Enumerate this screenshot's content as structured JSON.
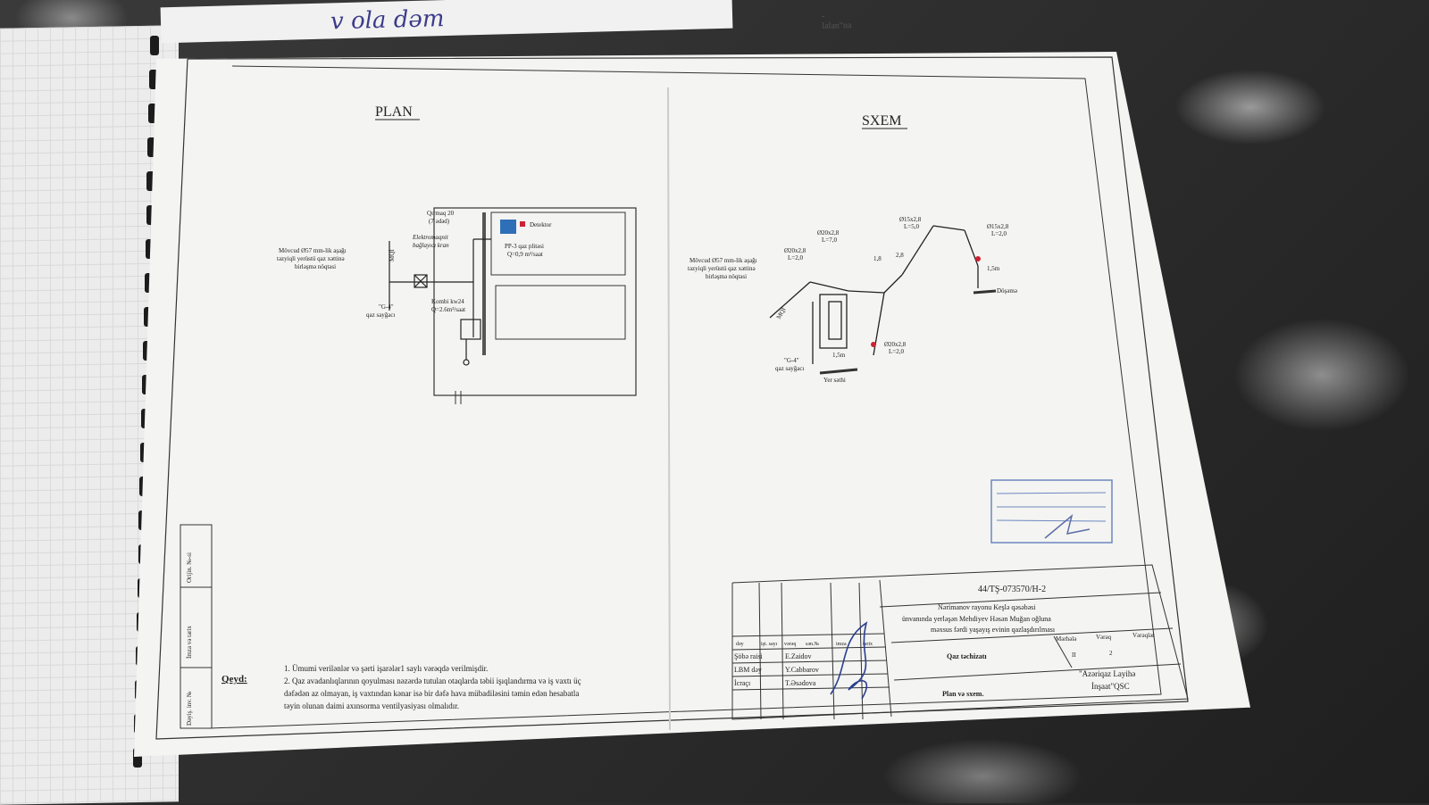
{
  "scene": {
    "top_paper": {
      "scribble": "v ola dəm",
      "corner_text": "-lalan\"na"
    }
  },
  "plan": {
    "title": "PLAN",
    "existing_pipe": [
      "Mövcud Ø57 mm-lik aşağı",
      "təzyiqli yerüstü qaz xəttinə",
      "birləşmə nöqtəsi"
    ],
    "mq": "MQİ",
    "meter": [
      "\"G-4\"",
      "qaz sayğacı"
    ],
    "clamp": [
      "Qırmaq 20",
      "(7 ədəd)"
    ],
    "valve": [
      "Elektromaqnit",
      "bağlayıcı kran"
    ],
    "detector": "Detektor",
    "stove": [
      "PP-3 qaz plitəsi",
      "Q=0,9 m³/saat"
    ],
    "boiler": [
      "Kombi kw24",
      "Q=2.6m³/saat"
    ]
  },
  "scheme": {
    "title": "SXEM",
    "existing_pipe": [
      "Mövcud Ø57 mm-lik aşağı",
      "təzyiqli yerüstü qaz xəttinə",
      "birləşmə nöqtəsi"
    ],
    "mq": "MQİ",
    "meter": [
      "\"G-4\"",
      "qaz sayğacı"
    ],
    "ground": "Yer səthi",
    "pipe_labels": [
      {
        "d": "Ø20x2,8",
        "l": "L=2,0"
      },
      {
        "d": "Ø20x2,8",
        "l": "L=7,0"
      },
      {
        "d": "Ø15x2,8",
        "l": "L=5,0"
      },
      {
        "d": "Ø15x2,8",
        "l": "L=2,0"
      },
      {
        "d": "Ø20x2,8",
        "l": "L=2,0"
      }
    ],
    "heights": [
      "1,8",
      "2,8",
      "1,5m",
      "1,5m"
    ],
    "end": "Döşəmə"
  },
  "notes": {
    "label": "Qeyd:",
    "lines": [
      "1. Ümumi verilənlər və şərti işarələr1 saylı vərəqdə verilmişdir.",
      "2. Qaz avadanlıqlarının qoyulması nəzərdə tutulan otaqlarda təbii işıqlandırma və iş vaxtı üç",
      "dəfədən az olmayan, iş vaxtından kənar isə bir dəfə hava mübadiləsini təmin edən hesabatla",
      "təyin olunan daimi axınsorma ventilyasiyası olmalıdır."
    ]
  },
  "title_block": {
    "code": "44/TŞ-073570/H-2",
    "address": [
      "Nərimanov rayonu Keşlə qəsəbəsi",
      "ünvanında yerləşən Mehdiyev Həsən Muğan oğluna",
      "məxsus fərdi yaşayış evinin qazlaşdırılması"
    ],
    "header_cells": [
      "dəy",
      "işt. sayı",
      "vərəq",
      "sən.№",
      "imza",
      "tarix"
    ],
    "roles": [
      "Şöbə raisi",
      "LBM dəy",
      "İcraçı"
    ],
    "people": [
      "E.Zaidov",
      "Y.Cabbarov",
      "T.Əsədova"
    ],
    "stage_headers": [
      "Mərhələ",
      "Vərəq",
      "Vərəqlər"
    ],
    "stage_values": [
      "II",
      "2",
      ""
    ],
    "equipment": "Qaz təchizatı",
    "sheet_name": "Plan və sxem.",
    "company": [
      "\"Azəriqaz Layihə",
      "İnşaat\"QSC"
    ]
  },
  "side_strip": [
    "Orijin. №-si",
    "İmza və tarix",
    "Dəyiş. inv. №"
  ],
  "colors": {
    "paper": "#f4f4f2",
    "ink": "#222222",
    "stamp": "#3f63b0",
    "signature": "#2a3f8f"
  }
}
